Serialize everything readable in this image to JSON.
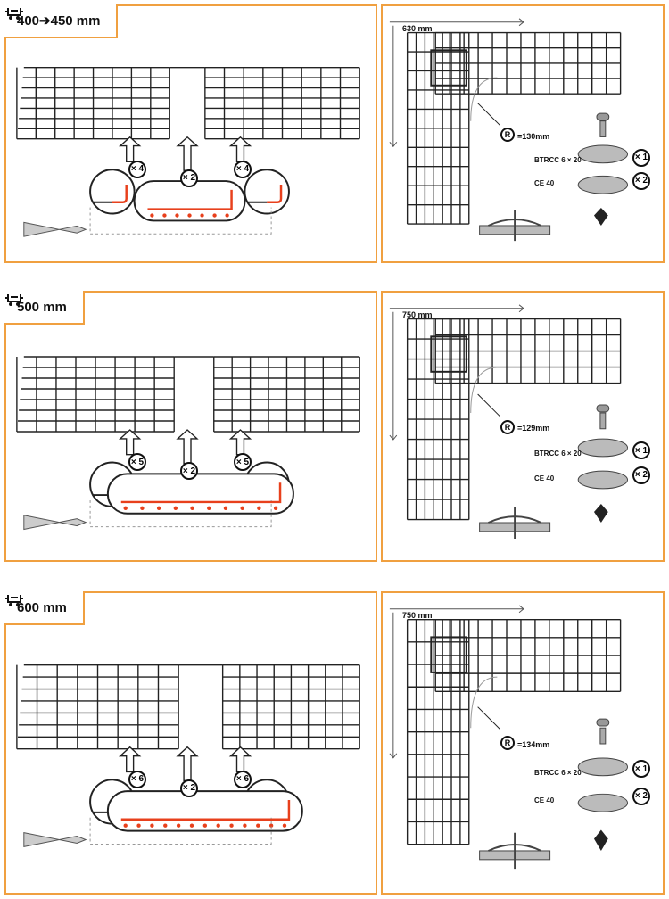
{
  "rows": [
    {
      "title": "400➔450 mm",
      "side_count": "× 4",
      "center_count": "× 2",
      "width_label": "630 mm",
      "radius_label": "=130mm",
      "radius_symbol": "R",
      "bolt_label": "BTRCC 6 × 20",
      "washer_label": "CE 40",
      "bolt_qty": "× 1",
      "washer_qty": "× 2"
    },
    {
      "title": "500 mm",
      "side_count": "× 5",
      "center_count": "× 2",
      "width_label": "750 mm",
      "radius_label": "=129mm",
      "radius_symbol": "R",
      "bolt_label": "BTRCC 6 × 20",
      "washer_label": "CE 40",
      "bolt_qty": "× 1",
      "washer_qty": "× 2"
    },
    {
      "title": "600 mm",
      "side_count": "× 6",
      "center_count": "× 2",
      "width_label": "750 mm",
      "radius_label": "=134mm",
      "radius_symbol": "R",
      "bolt_label": "BTRCC 6 × 20",
      "washer_label": "CE 40",
      "bolt_qty": "× 1",
      "washer_qty": "× 2"
    }
  ],
  "colors": {
    "frame": "#f0a040",
    "cut_mark": "#e8401c",
    "wire": "#222222"
  }
}
